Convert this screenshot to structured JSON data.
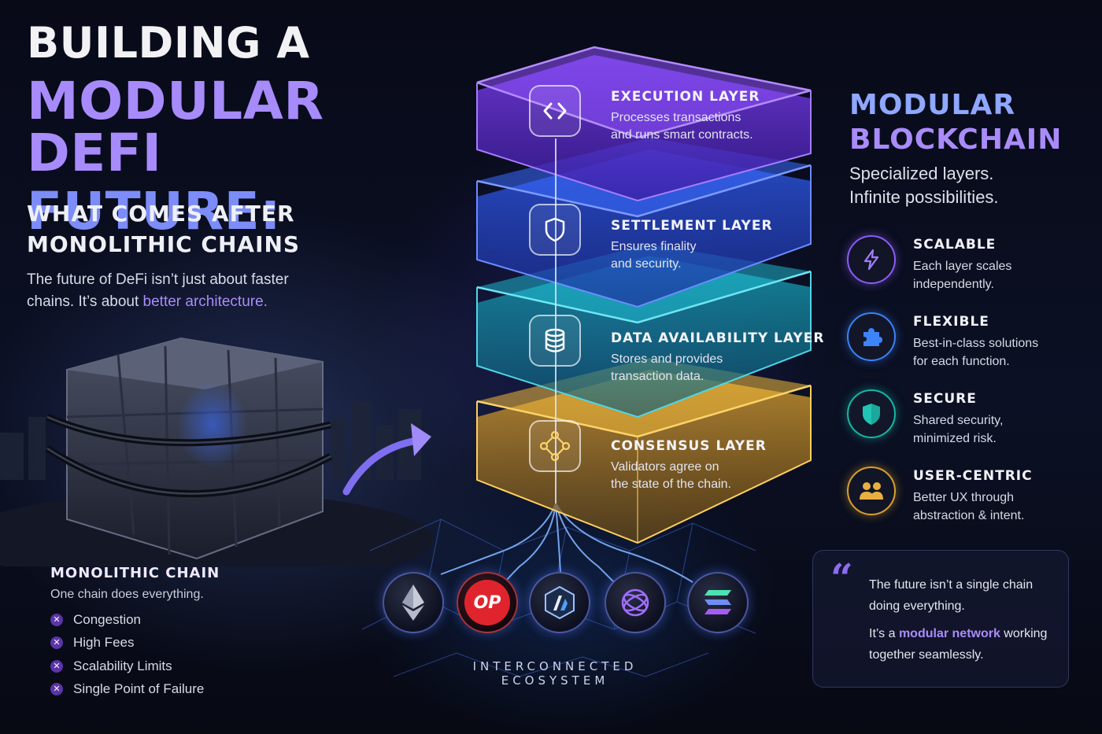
{
  "title": {
    "line1": "BUILDING A",
    "line2": "MODULAR DEFI",
    "line3": "FUTURE:",
    "subtitle_line1": "WHAT COMES AFTER",
    "subtitle_line2": "MONOLITHIC CHAINS"
  },
  "intro": {
    "text": "The future of DeFi isn’t just about faster chains. It’s about ",
    "highlight": "better architecture."
  },
  "monolithic": {
    "title": "MONOLITHIC CHAIN",
    "description": "One chain does everything.",
    "issues": [
      "Congestion",
      "High Fees",
      "Scalability Limits",
      "Single Point of Failure"
    ]
  },
  "layers": [
    {
      "name": "EXECUTION LAYER",
      "desc_line1": "Processes transactions",
      "desc_line2": "and runs smart contracts.",
      "icon": "code-icon",
      "color": "#8b4df5"
    },
    {
      "name": "SETTLEMENT LAYER",
      "desc_line1": "Ensures finality",
      "desc_line2": "and security.",
      "icon": "shield-icon",
      "color": "#3d5cf5"
    },
    {
      "name": "DATA AVAILABILITY LAYER",
      "desc_line1": "Stores and provides",
      "desc_line2": "transaction data.",
      "icon": "database-icon",
      "color": "#18b3c9"
    },
    {
      "name": "CONSENSUS LAYER",
      "desc_line1": "Validators agree on",
      "desc_line2": "the state of the chain.",
      "icon": "network-icon",
      "color": "#e0a52a"
    }
  ],
  "ecosystem": {
    "label": "INTERCONNECTED ECOSYSTEM",
    "coins": [
      "ethereum-icon",
      "optimism-icon",
      "arbitrum-icon",
      "polygon-icon",
      "solana-icon"
    ],
    "op_text": "OP"
  },
  "right": {
    "title_line1": "MODULAR",
    "title_line2": "BLOCKCHAIN",
    "sub_line1": "Specialized layers.",
    "sub_line2": "Infinite possibilities.",
    "features": [
      {
        "name": "SCALABLE",
        "desc_line1": "Each layer scales",
        "desc_line2": "independently.",
        "icon": "lightning-icon",
        "color": "#9b6cf5"
      },
      {
        "name": "FLEXIBLE",
        "desc_line1": "Best-in-class solutions",
        "desc_line2": "for each function.",
        "icon": "puzzle-icon",
        "color": "#3d7cf5"
      },
      {
        "name": "SECURE",
        "desc_line1": "Shared security,",
        "desc_line2": "minimized risk.",
        "icon": "shield-icon",
        "color": "#22b3a6"
      },
      {
        "name": "USER-CENTRIC",
        "desc_line1": "Better UX through",
        "desc_line2": "abstraction & intent.",
        "icon": "users-icon",
        "color": "#e0a52a"
      }
    ]
  },
  "quote": {
    "mark": "“",
    "line1": "The future isn’t a single chain doing everything.",
    "line2_prefix": "It’s a ",
    "line2_highlight": "modular network",
    "line2_suffix": " working together seamlessly."
  }
}
